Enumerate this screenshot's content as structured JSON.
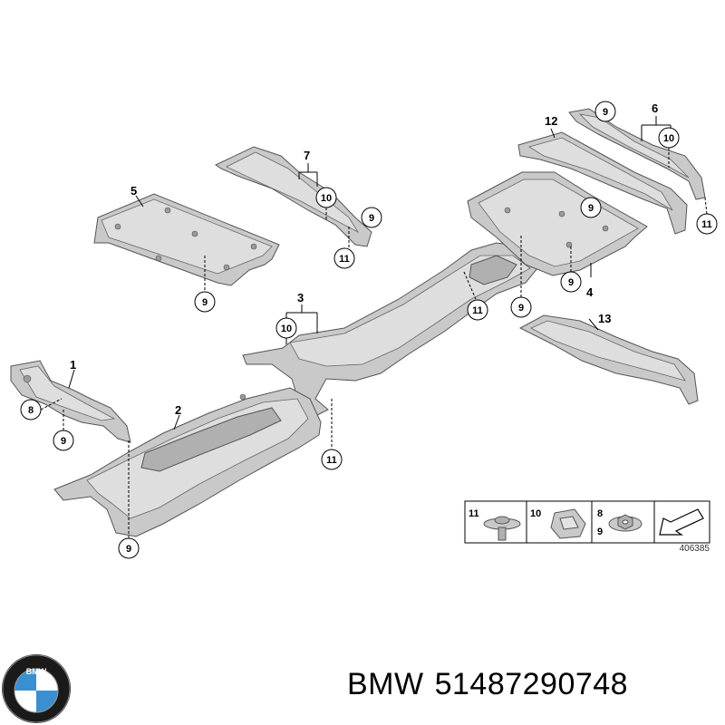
{
  "callouts": {
    "part_1": "1",
    "part_2": "2",
    "part_3": "3",
    "part_4": "4",
    "part_5": "5",
    "part_6": "6",
    "part_7": "7",
    "part_12": "12",
    "part_13": "13",
    "c8": "8",
    "c9": "9",
    "c10": "10",
    "c11": "11"
  },
  "legend": {
    "item_11": "11",
    "item_10": "10",
    "item_8": "8",
    "item_9": "9",
    "diagram_number": "406385"
  },
  "footer": {
    "brand": "BMW",
    "part_number": "51487290748"
  },
  "logo": {
    "text": "BMW",
    "colors": {
      "blue": "#3a8fd1",
      "white": "#ffffff",
      "ring": "#1a1a1a"
    }
  }
}
